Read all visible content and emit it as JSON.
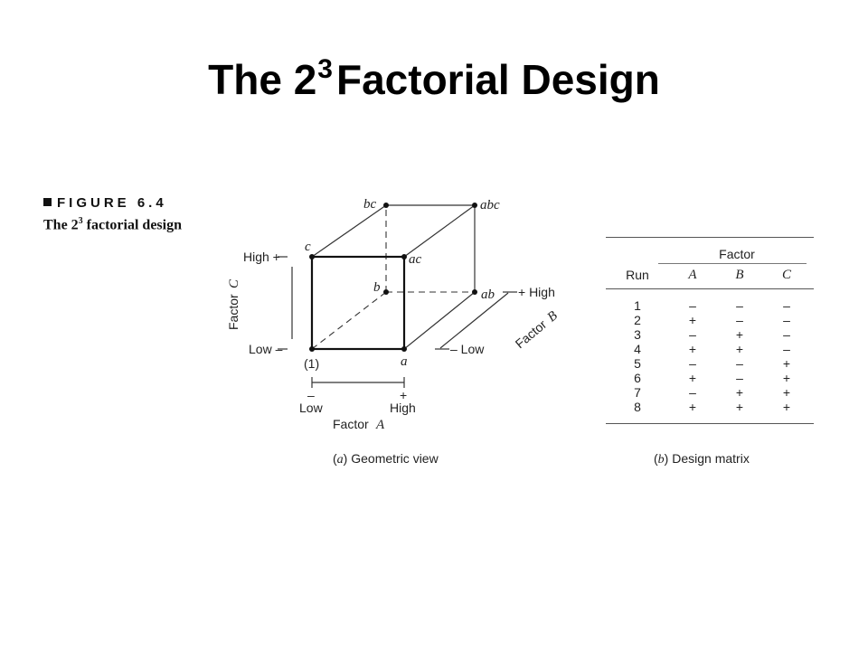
{
  "title": {
    "main": "The 2",
    "exponent": "3",
    "rest": "Factorial Design"
  },
  "figure": {
    "label": "FIGURE 6.4",
    "desc_pre": "The 2",
    "desc_exp": "3",
    "desc_post": " factorial design"
  },
  "geometric_view": {
    "corners": {
      "one": "(1)",
      "a": "a",
      "b": "b",
      "ab": "ab",
      "c": "c",
      "ac": "ac",
      "bc": "bc",
      "abc": "abc"
    },
    "factor_a": {
      "name": "Factor",
      "letter": "A",
      "low": "Low",
      "high": "High",
      "low_sign": "–",
      "high_sign": "+"
    },
    "factor_b": {
      "name": "Factor",
      "letter": "B",
      "low": "– Low",
      "high": "+ High"
    },
    "factor_c": {
      "name": "Factor",
      "letter": "C",
      "low": "Low –",
      "high": "High +"
    },
    "caption_letter": "a",
    "caption_text": "Geometric view"
  },
  "design_matrix": {
    "factor_header": "Factor",
    "columns": [
      "Run",
      "A",
      "B",
      "C"
    ],
    "rows": [
      [
        "1",
        "–",
        "–",
        "–"
      ],
      [
        "2",
        "+",
        "–",
        "–"
      ],
      [
        "3",
        "–",
        "+",
        "–"
      ],
      [
        "4",
        "+",
        "+",
        "–"
      ],
      [
        "5",
        "–",
        "–",
        "+"
      ],
      [
        "6",
        "+",
        "–",
        "+"
      ],
      [
        "7",
        "–",
        "+",
        "+"
      ],
      [
        "8",
        "+",
        "+",
        "+"
      ]
    ],
    "caption_letter": "b",
    "caption_text": "Design matrix"
  }
}
